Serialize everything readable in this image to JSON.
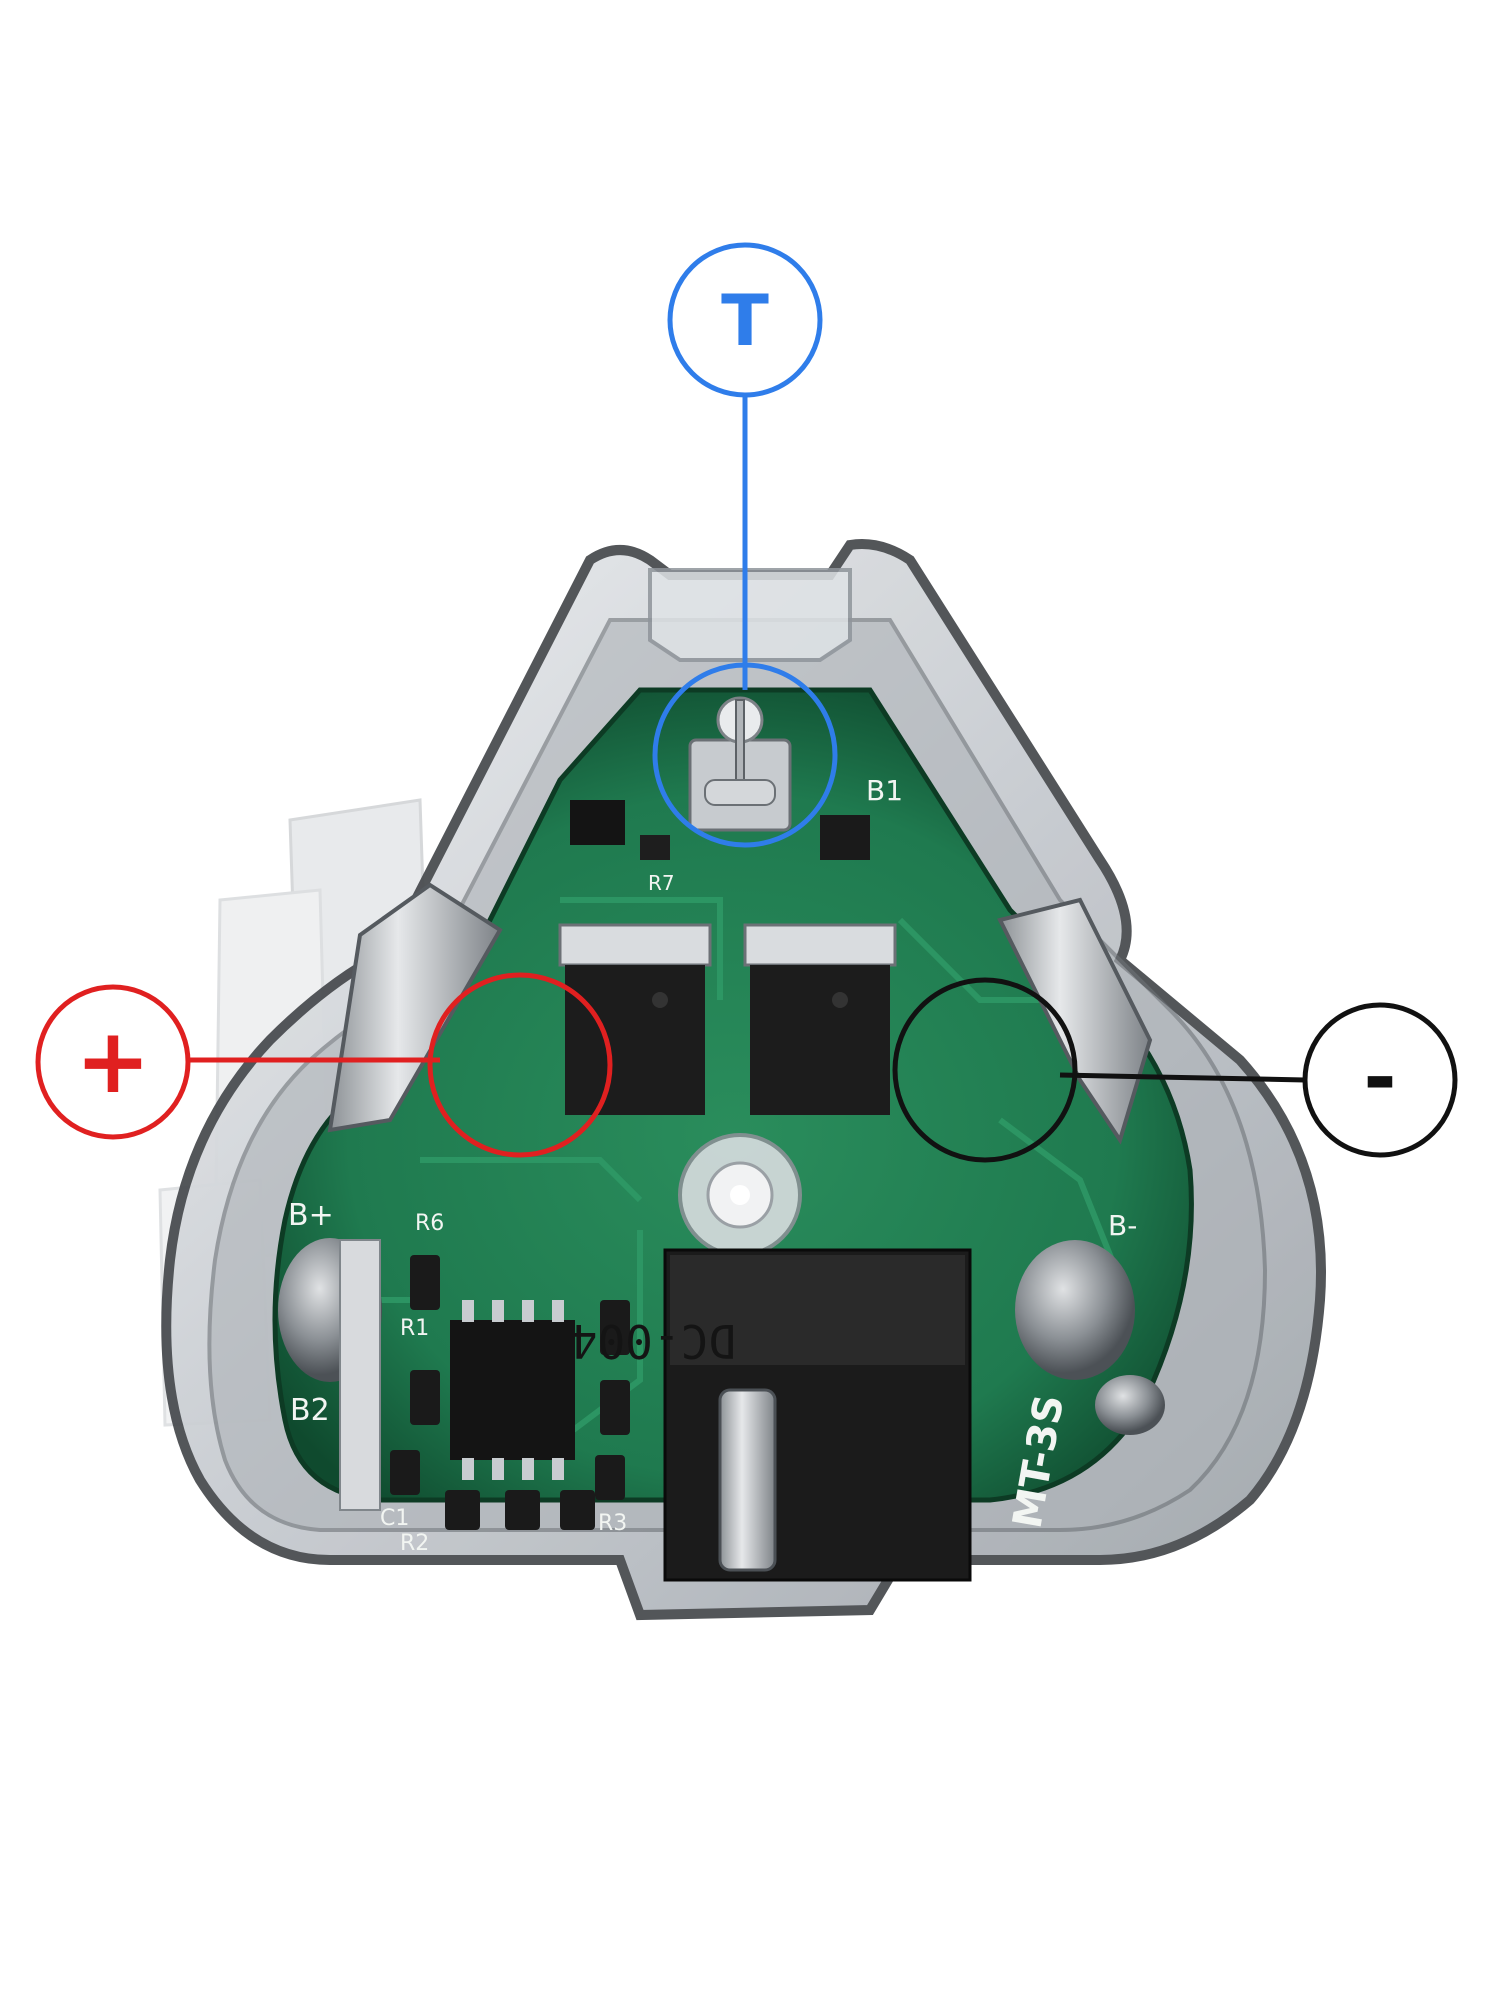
{
  "callouts": {
    "thermistor": {
      "label": "T",
      "color": "#2f7dea"
    },
    "positive": {
      "label": "+",
      "color": "#e02020"
    },
    "negative": {
      "label": "-",
      "color": "#111111"
    }
  },
  "board": {
    "model": "MT-3S",
    "connector": "DC-004",
    "pads": {
      "b_plus": "B+",
      "b_minus": "B-",
      "b1": "B1",
      "b2": "B2"
    },
    "designators": {
      "r1": "R1",
      "r2": "R2",
      "r3": "R3",
      "r6": "R6",
      "r7": "R7",
      "c1": "C1"
    }
  },
  "colors": {
    "pcb": "#1f7a4f",
    "housing": "#c9ccd0"
  }
}
